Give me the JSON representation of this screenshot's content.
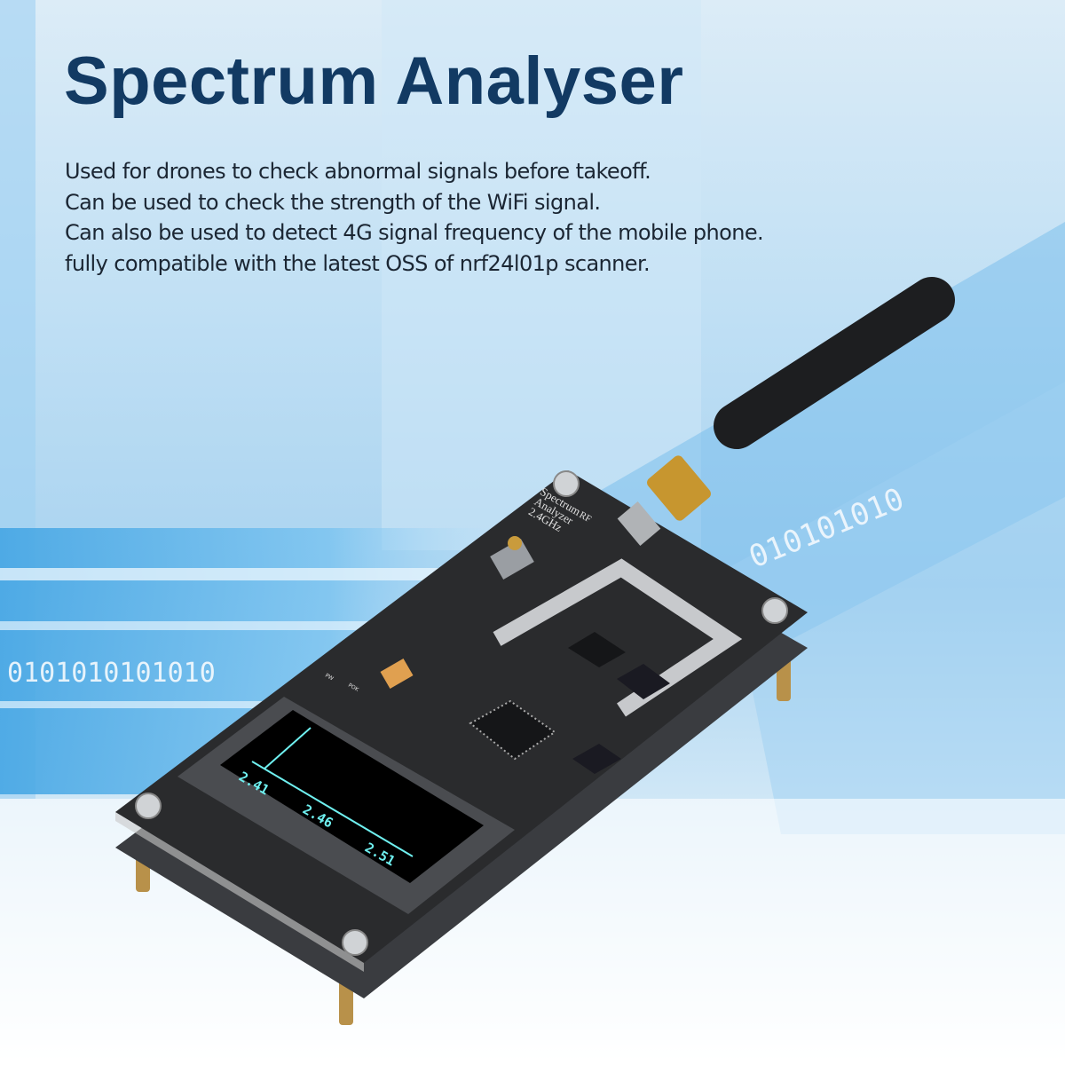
{
  "title": "Spectrum Analyser",
  "description": [
    "Used for drones to check abnormal signals before takeoff.",
    "Can be used to check the strength of the WiFi signal.",
    "Can also be used to detect 4G signal frequency of the mobile phone.",
    "fully compatible with the latest OSS of nrf24l01p scanner."
  ],
  "background": {
    "binary_text": "0101010101010",
    "binary_text_right": "010101010"
  },
  "device": {
    "pcb_label": [
      "Spectrum",
      "Analyzer",
      "2.4GHz"
    ],
    "rf_label": "RF",
    "led_labels": [
      "PW",
      "POK"
    ],
    "screen": {
      "tick_labels": [
        "2.41",
        "2.46",
        "2.51"
      ],
      "color": "#6ff0f0"
    },
    "pcb_color": "#2a2b2d"
  },
  "colors": {
    "title": "#123a63",
    "text": "#1b2633"
  }
}
